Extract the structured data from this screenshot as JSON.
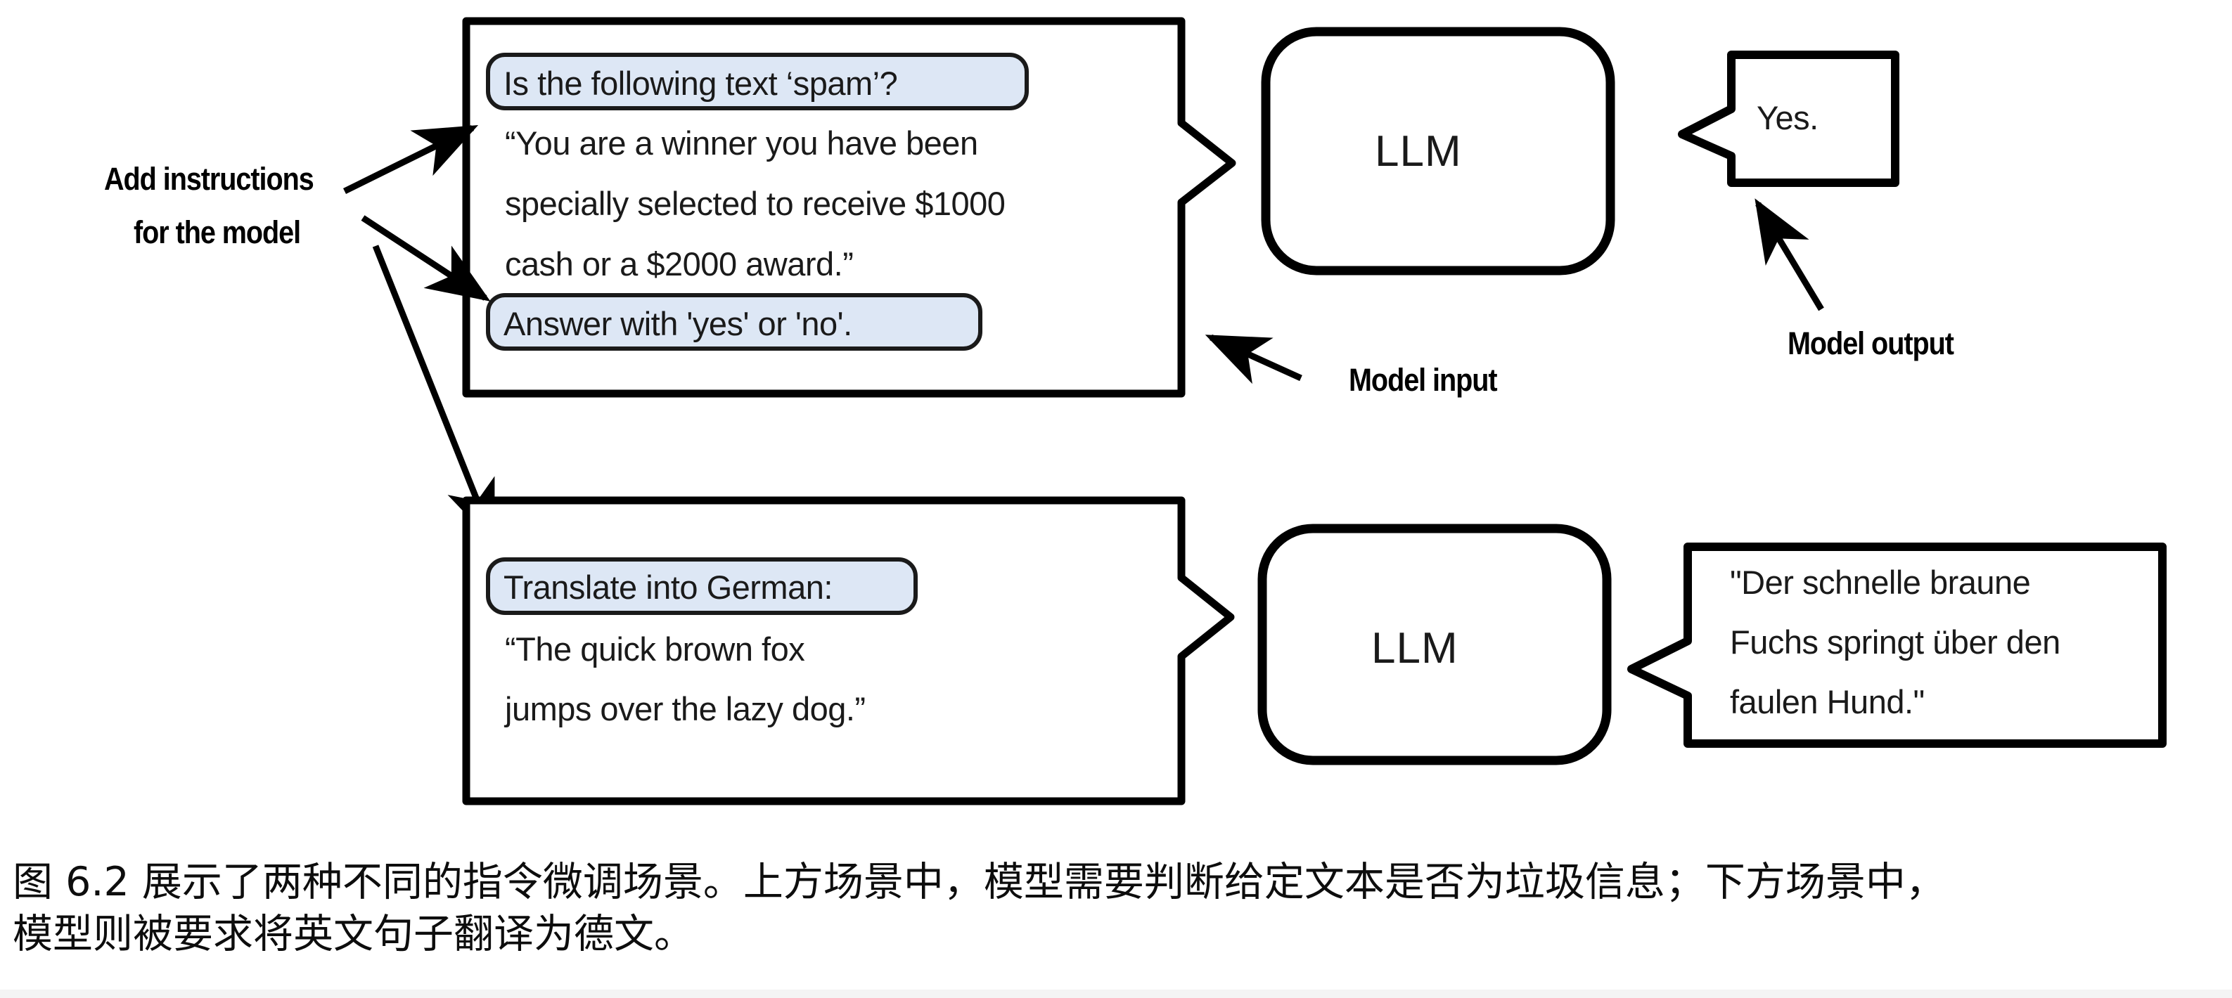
{
  "figure": {
    "annotations": {
      "add_instructions_line1": "Add instructions",
      "add_instructions_line2": "for the model",
      "model_input": "Model input",
      "model_output": "Model output"
    },
    "scenarios": [
      {
        "id": "spam-classification",
        "input_box": {
          "instruction_chip_top": "Is the following text ‘spam’?",
          "body_lines": [
            "“You are a winner you have been",
            "specially selected to receive $1000",
            "cash or a $2000 award.”"
          ],
          "instruction_chip_bottom": "Answer with 'yes' or 'no'."
        },
        "model_label": "LLM",
        "output_bubble_lines": [
          "Yes."
        ]
      },
      {
        "id": "german-translation",
        "input_box": {
          "instruction_chip_top": "Translate into German:",
          "body_lines": [
            "“The quick brown fox",
            "jumps over the lazy dog.”"
          ],
          "instruction_chip_bottom": null
        },
        "model_label": "LLM",
        "output_bubble_lines": [
          "\"Der schnelle braune",
          "Fuchs springt über den",
          "faulen Hund.\""
        ]
      }
    ],
    "colors": {
      "instruction_chip_fill": "#dde7f5",
      "instruction_chip_stroke": "#1a1a1a",
      "box_stroke": "#000000",
      "page_background": "#ffffff",
      "text": "#1a1a1a"
    }
  },
  "caption": {
    "lines": [
      "图 6.2 展示了两种不同的指令微调场景。上方场景中，模型需要判断给定文本是否为垃圾信息；下方场景中，",
      "模型则被要求将英文句子翻译为德文。"
    ]
  }
}
